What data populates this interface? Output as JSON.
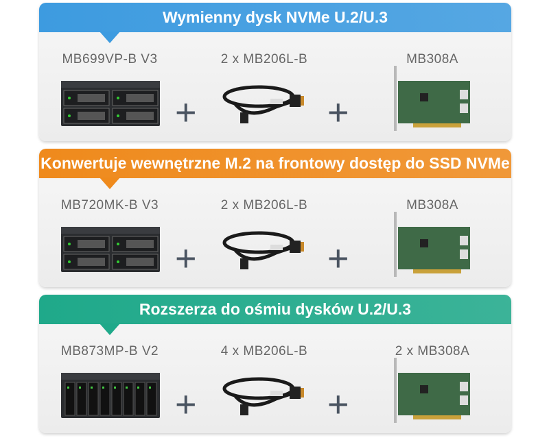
{
  "cards": [
    {
      "title": "Wymienny dysk NVMe U.2/U.3",
      "color": "#3d9be0",
      "items": [
        "MB699VP-B V3",
        "2 x MB206L-B",
        "MB308A"
      ],
      "enclosure": "4-bay"
    },
    {
      "title": "Konwertuje wewnętrzne M.2 na frontowy dostęp do SSD NVMe",
      "color": "#ef8a1c",
      "items": [
        "MB720MK-B V3",
        "2 x MB206L-B",
        "MB308A"
      ],
      "enclosure": "4-bay"
    },
    {
      "title": "Rozszerza do ośmiu dysków U.2/U.3",
      "color": "#1fa98a",
      "items": [
        "MB873MP-B V2",
        "4 x MB206L-B",
        "2 x MB308A"
      ],
      "enclosure": "8-bay"
    }
  ],
  "plus": "+"
}
